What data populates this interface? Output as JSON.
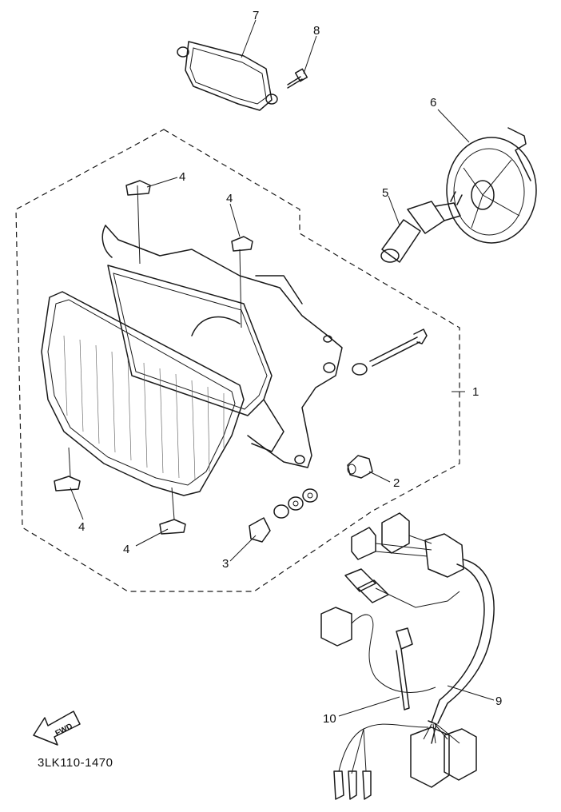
{
  "diagram_code": "3LK110-1470",
  "fwd_arrow_text": "FWD",
  "callouts": {
    "c1": "1",
    "c2": "2",
    "c3": "3",
    "c4a": "4",
    "c4b": "4",
    "c4c": "4",
    "c4d": "4",
    "c5": "5",
    "c6": "6",
    "c7": "7",
    "c8": "8",
    "c9": "9",
    "c10": "10"
  }
}
